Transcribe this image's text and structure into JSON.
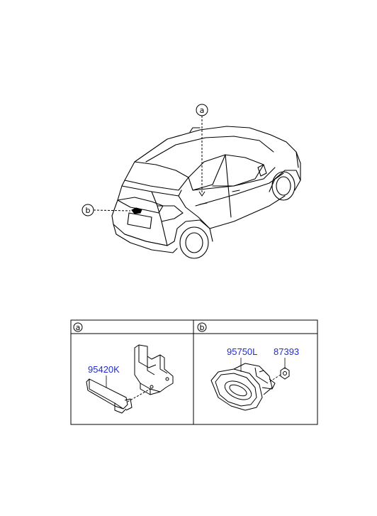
{
  "callouts": {
    "a": "a",
    "b": "b"
  },
  "parts_table": {
    "panel_a": {
      "title": "a",
      "part_number": "95420K"
    },
    "panel_b": {
      "title": "b",
      "part_numbers": [
        "95750L",
        "87393"
      ]
    }
  },
  "colors": {
    "part_number": "#1f2bd8",
    "line": "#000000"
  }
}
